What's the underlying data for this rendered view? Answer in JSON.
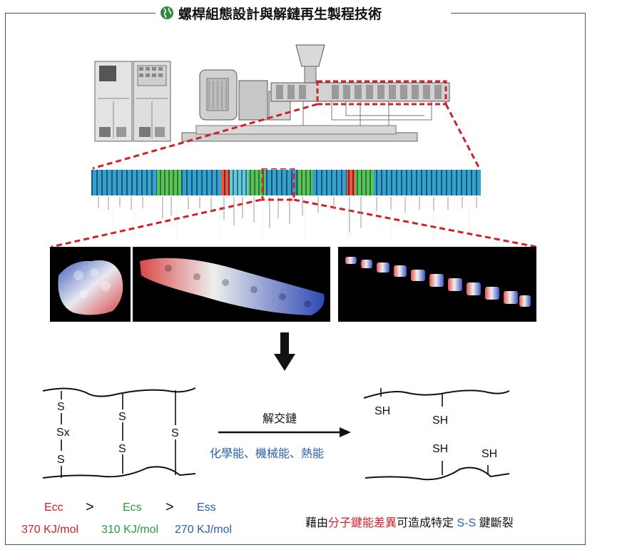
{
  "title": "螺桿組態設計與解鏈再生製程技術",
  "diagram": {
    "bond_labels": {
      "left": [
        "S",
        "Sx",
        "S"
      ],
      "middle": [
        "S",
        "S"
      ],
      "right": [
        "S"
      ],
      "product": [
        "SH",
        "SH",
        "SH",
        "SH"
      ]
    },
    "arrow_top": "解交鏈",
    "arrow_bottom": "化學能、機械能、熱能",
    "energy": {
      "ecc": "Ecc",
      "ecs": "Ecs",
      "ess": "Ess",
      "gt": ">",
      "ecc_value": "370 KJ/mol",
      "ecs_value": "310 KJ/mol",
      "ess_value": "270 KJ/mol"
    },
    "caption": {
      "prefix": "藉由",
      "highlight": "分子鍵能差異",
      "middle": "可造成特定",
      "bond": "S-S",
      "suffix": "鍵斷裂"
    }
  },
  "colors": {
    "frame": "#2e6b3a",
    "highlight_box": "#d1202a",
    "ecc": "#d1202a",
    "ecs": "#2a9a3c",
    "ess": "#2a5fa8"
  }
}
